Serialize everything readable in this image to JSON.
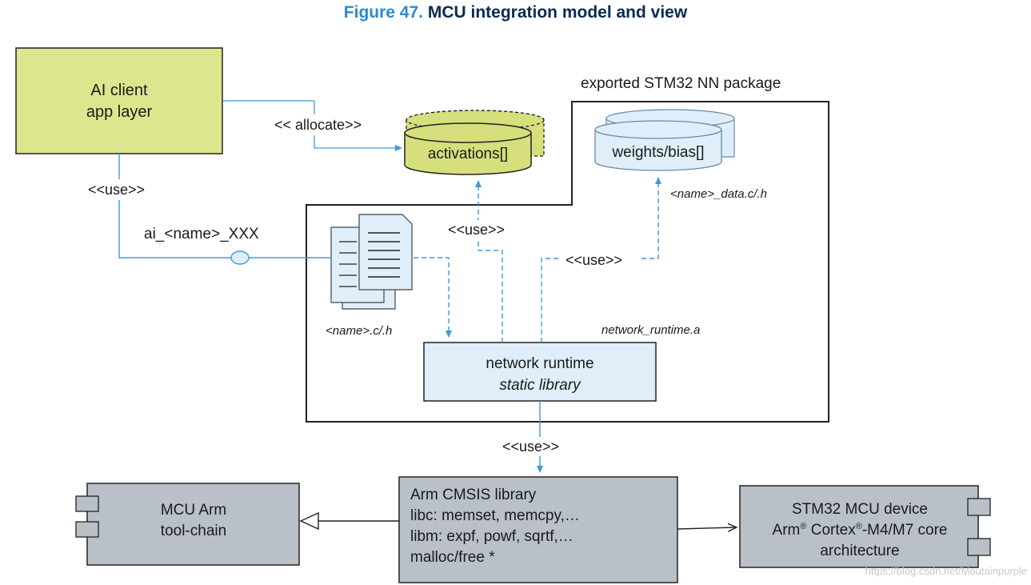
{
  "figure": {
    "number": "Figure 47.",
    "title": "MCU integration model and view"
  },
  "nodes": {
    "ai_client": {
      "line1": "AI client",
      "line2": "app layer"
    },
    "package_label": "exported STM32 NN package",
    "activations": "activations[]",
    "weights_bias": "weights/bias[]",
    "data_file": "<name>_data.c/.h",
    "name_file": "<name>.c/.h",
    "runtime_file": "network_runtime.a",
    "network_runtime": {
      "line1": "network runtime",
      "line2": "static library"
    },
    "cmsis": {
      "line1": "Arm CMSIS library",
      "line2": "libc: memset, memcpy,…",
      "line3": "libm: expf, powf, sqrtf,…",
      "line4": "malloc/free *"
    },
    "toolchain": {
      "line1": "MCU Arm",
      "line2": "tool-chain"
    },
    "device": {
      "line1": "STM32 MCU device",
      "line2_a": "Arm",
      "line2_b": "Cortex",
      "line2_c": "-M4/M7 core",
      "reg": "®",
      "line3": "architecture"
    }
  },
  "edges": {
    "allocate": "<< allocate>>",
    "use_client": "<<use>>",
    "api": "ai_<name>_XXX",
    "use_activations": "<<use>>",
    "use_weights": "<<use>>",
    "use_cmsis": "<<use>>"
  },
  "watermark": "https://blog.csdn.net/Moutainpurple",
  "colors": {
    "client_fill": "#dde58e",
    "activations_fill": "#d6df7c",
    "light_blue_fill": "#dfeef9",
    "gray_fill": "#b9c0c8",
    "line_blue": "#3c9bd8",
    "figure_number": "#2a8bd0",
    "figure_title": "#0a2a52"
  }
}
